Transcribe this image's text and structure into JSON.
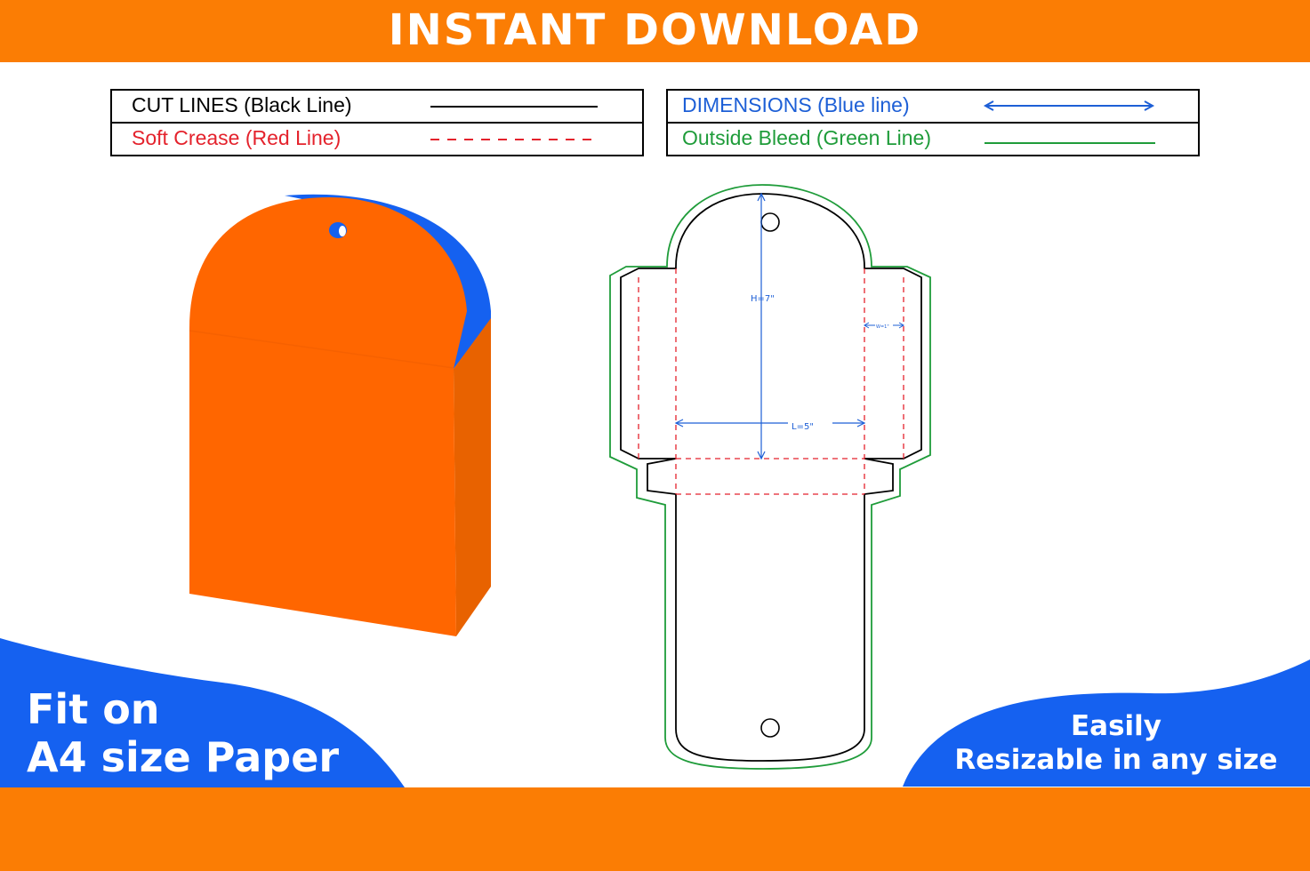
{
  "banner": {
    "title": "INSTANT DOWNLOAD"
  },
  "legend": {
    "cut_lines": "CUT LINES (Black Line)",
    "soft_crease": "Soft Crease (Red Line)",
    "dimensions": "DIMENSIONS (Blue line)",
    "outside_bleed": "Outside Bleed (Green Line)"
  },
  "dieline": {
    "height_label": "H=7\"",
    "length_label": "L=5\"",
    "width_label": "W=1\""
  },
  "footer": {
    "fit_line1": "Fit on",
    "fit_line2": "A4 size Paper",
    "resize_line1": "Easily",
    "resize_line2": "Resizable in any size"
  },
  "colors": {
    "banner_orange": "#fb7d04",
    "box_orange": "#ff6600",
    "box_side": "#e86200",
    "box_blue": "#1561f0",
    "wave_blue": "#1561f0",
    "cut_black": "#000000",
    "crease_red": "#e4222c",
    "dimension_blue": "#1d5fd6",
    "bleed_green": "#1f9c3a"
  }
}
